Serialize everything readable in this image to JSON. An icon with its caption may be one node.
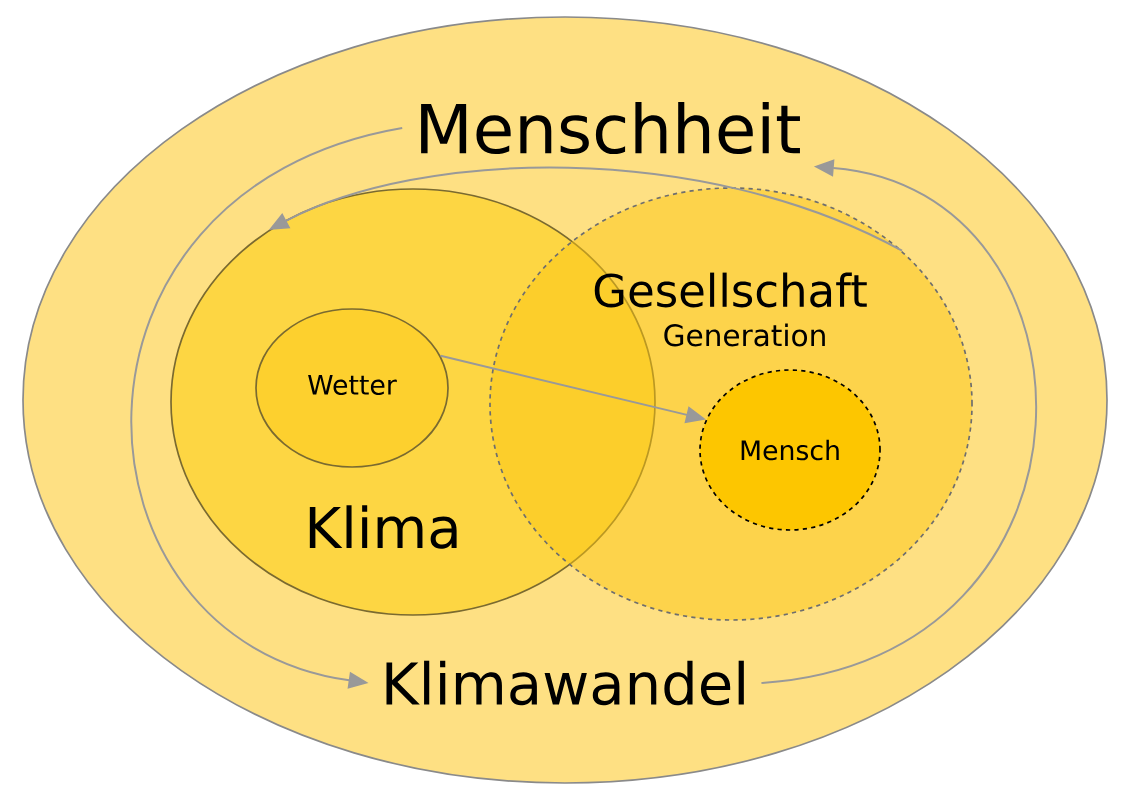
{
  "diagram": {
    "nodes": [
      {
        "text": [],
        "shape": "ellipse"
      },
      {
        "text": [
          "Menschheit"
        ],
        "in": 0
      },
      {
        "text": [
          "Klimawandel"
        ],
        "in": 0
      },
      {
        "text": [
          "Klima"
        ],
        "in": 0
      },
      {
        "text": [
          "Wetter"
        ],
        "in": 3
      },
      {
        "text": [
          "Gesellschaft",
          "Generation"
        ],
        "in": 0
      },
      {
        "text": [
          "Mensch"
        ],
        "in": 5
      }
    ],
    "edges": [
      {
        "from": 1,
        "to": 2,
        "arrow": "to"
      },
      {
        "from": 2,
        "to": 1,
        "arrow": "to"
      },
      {
        "from": 5,
        "to": 3,
        "arrow": "to"
      },
      {
        "from": 4,
        "to": 6,
        "arrow": "to"
      }
    ]
  }
}
